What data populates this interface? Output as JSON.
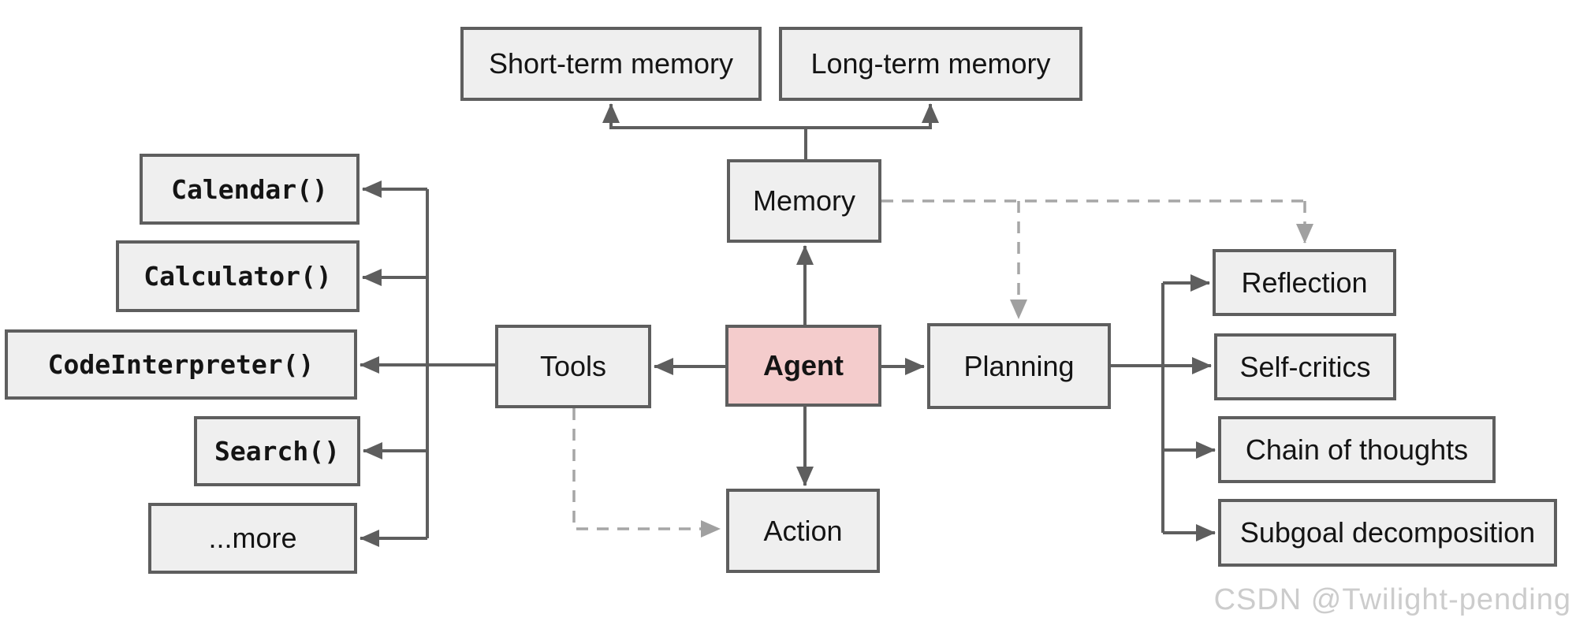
{
  "nodes": {
    "short_term": "Short-term memory",
    "long_term": "Long-term memory",
    "memory": "Memory",
    "agent": "Agent",
    "tools": "Tools",
    "planning": "Planning",
    "action": "Action"
  },
  "tools_list": [
    "Calendar()",
    "Calculator()",
    "CodeInterpreter()",
    "Search()",
    "...more"
  ],
  "planning_list": [
    "Reflection",
    "Self-critics",
    "Chain of thoughts",
    "Subgoal decomposition"
  ],
  "watermark": "CSDN @Twilight-pending",
  "colors": {
    "agent_fill": "#f4cccc",
    "node_fill": "#efefef",
    "node_border": "#5e5e5e",
    "solid_line": "#5e5e5e",
    "dashed_line": "#a6a6a6",
    "watermark_color": "#cccccc"
  }
}
